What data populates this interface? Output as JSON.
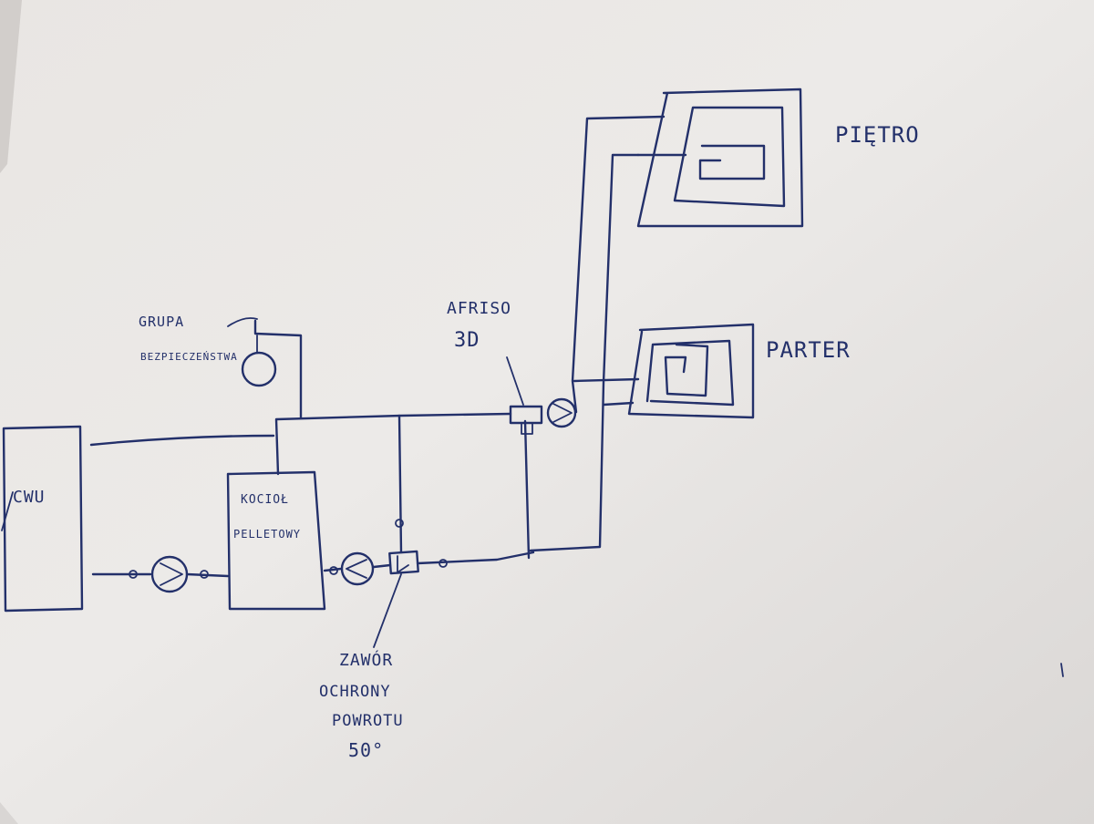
{
  "labels": {
    "cwu": "CWU",
    "boiler_line1": "KOCIOŁ",
    "boiler_line2": "PELLETOWY",
    "safety_group_line1": "GRUPA",
    "safety_group_line2": "BEZPIECZEŃSTWA",
    "mixing_valve_line1": "AFRISO",
    "mixing_valve_line2": "3D",
    "floor_upper": "PIĘTRO",
    "floor_ground": "PARTER",
    "return_valve_line1": "ZAWÓR",
    "return_valve_line2": "OCHRONY",
    "return_valve_line3": "POWROTU",
    "return_valve_line4": "50°"
  },
  "colors": {
    "paper_light": "#eceae8",
    "paper_dark": "#c9c6c4",
    "ink": "#23306a"
  }
}
